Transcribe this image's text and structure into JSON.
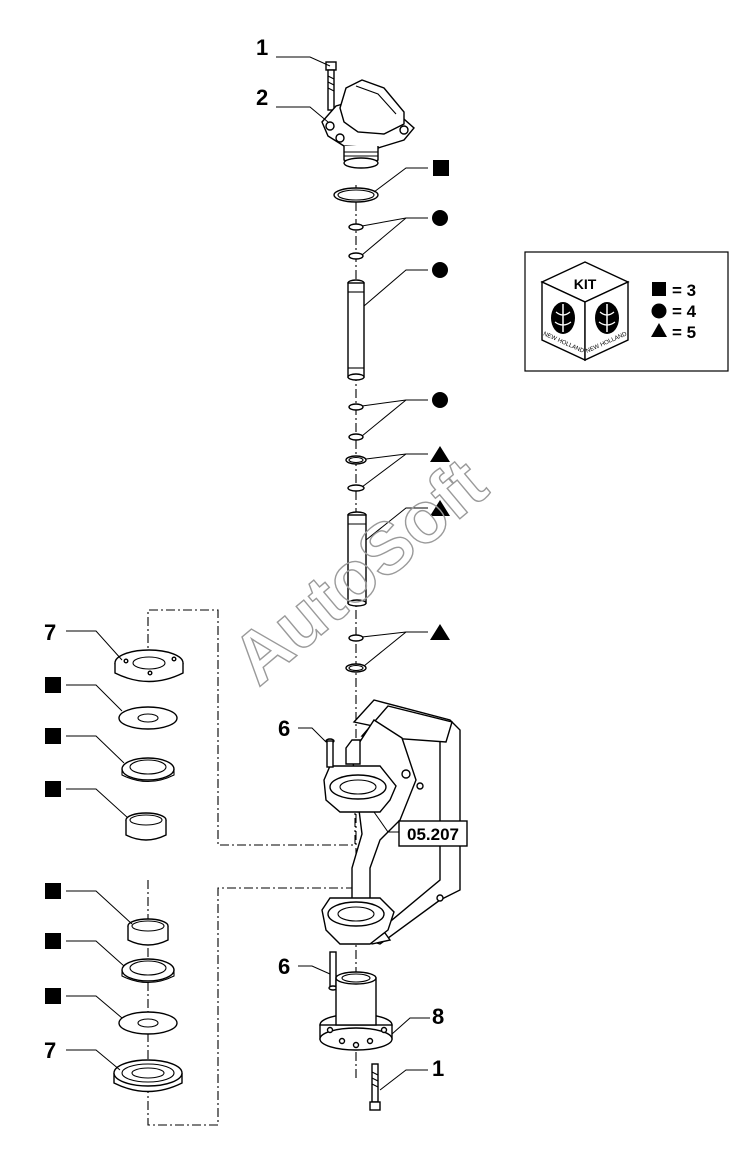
{
  "callouts": {
    "c1_top": "1",
    "c2": "2",
    "c7_upper": "7",
    "c6_upper": "6",
    "c6_lower": "6",
    "c8": "8",
    "c7_lower": "7",
    "c1_bottom": "1"
  },
  "reference": "05.207",
  "kit_legend": {
    "title": "KIT",
    "brand": "NEW HOLLAND",
    "entries": [
      {
        "symbol": "square",
        "text": "= 3"
      },
      {
        "symbol": "circle",
        "text": "= 4"
      },
      {
        "symbol": "triangle",
        "text": "= 5"
      }
    ]
  },
  "watermark": "AutoSoft"
}
